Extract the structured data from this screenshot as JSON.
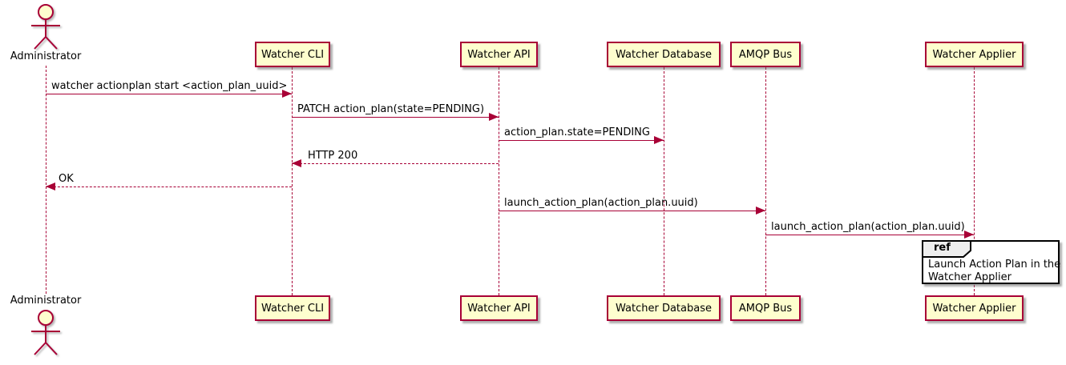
{
  "diagram_type": "uml-sequence-diagram",
  "colors": {
    "accent": "#A80036",
    "participant_fill": "#FEFECE",
    "participant_border": "#A80036",
    "ref_border": "#000000",
    "ref_header_fill": "#EEEEEE",
    "text": "#000000",
    "background": "#FFFFFF"
  },
  "participants": [
    {
      "name": "Administrator",
      "type": "actor"
    },
    {
      "name": "Watcher CLI",
      "type": "participant"
    },
    {
      "name": "Watcher API",
      "type": "participant"
    },
    {
      "name": "Watcher Database",
      "type": "participant"
    },
    {
      "name": "AMQP Bus",
      "type": "participant"
    },
    {
      "name": "Watcher Applier",
      "type": "participant"
    }
  ],
  "messages": [
    {
      "from": "Administrator",
      "to": "Watcher CLI",
      "label": "watcher actionplan start <action_plan_uuid>",
      "line": "solid",
      "direction": "right"
    },
    {
      "from": "Watcher CLI",
      "to": "Watcher API",
      "label": "PATCH action_plan(state=PENDING)",
      "line": "solid",
      "direction": "right"
    },
    {
      "from": "Watcher API",
      "to": "Watcher Database",
      "label": "action_plan.state=PENDING",
      "line": "solid",
      "direction": "right"
    },
    {
      "from": "Watcher API",
      "to": "Watcher CLI",
      "label": "HTTP 200",
      "line": "dashed",
      "direction": "left"
    },
    {
      "from": "Watcher CLI",
      "to": "Administrator",
      "label": "OK",
      "line": "dashed",
      "direction": "left"
    },
    {
      "from": "Watcher API",
      "to": "AMQP Bus",
      "label": "launch_action_plan(action_plan.uuid)",
      "line": "solid",
      "direction": "right"
    },
    {
      "from": "AMQP Bus",
      "to": "Watcher Applier",
      "label": "launch_action_plan(action_plan.uuid)",
      "line": "solid",
      "direction": "right"
    }
  ],
  "ref_fragment": {
    "keyword": "ref",
    "over": "Watcher Applier",
    "lines": [
      "Launch Action Plan in the",
      "Watcher Applier"
    ]
  }
}
